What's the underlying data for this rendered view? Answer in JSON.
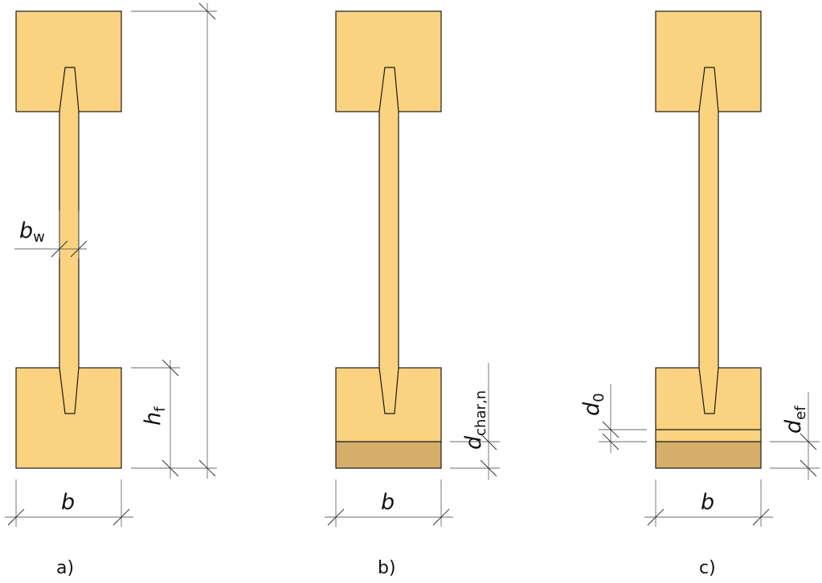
{
  "panels": [
    {
      "caption": "a)",
      "width_label": {
        "var": "b",
        "sub": ""
      },
      "web_label": {
        "var": "b",
        "sub": "w"
      },
      "flange_height_label": {
        "var": "h",
        "sub": "f"
      },
      "charred": false,
      "zero_layer": false
    },
    {
      "caption": "b)",
      "width_label": {
        "var": "b",
        "sub": ""
      },
      "char_label": {
        "var": "d",
        "sub": "char,n"
      },
      "charred": true,
      "zero_layer": false
    },
    {
      "caption": "c)",
      "width_label": {
        "var": "b",
        "sub": ""
      },
      "zero_label": {
        "var": "d",
        "sub": "0"
      },
      "ef_label": {
        "var": "d",
        "sub": "ef"
      },
      "charred": true,
      "zero_layer": true
    }
  ],
  "colors": {
    "timber": "#fbd27f",
    "charred": "#d5ae6a",
    "outline": "#1a1a1a",
    "dimension": "#6a6a6a"
  }
}
